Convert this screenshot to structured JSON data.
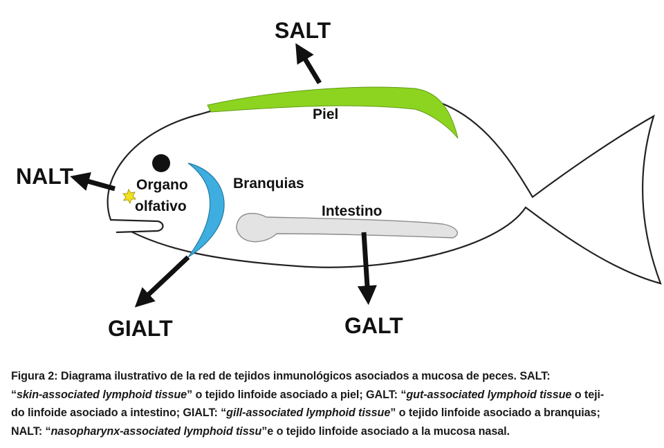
{
  "labels": {
    "salt": "SALT",
    "nalt": "NALT",
    "gialt": "GIALT",
    "galt": "GALT",
    "piel": "Piel",
    "branquias": "Branquias",
    "organo": "Organo",
    "olfativo": "olfativo",
    "intestino": "Intestino"
  },
  "colors": {
    "skin": "#8dd420",
    "gill": "#3eaee0",
    "intestine": "#e3e3e3",
    "olfactory": "#f2e21e"
  },
  "caption": {
    "line1": "Figura 2: Diagrama ilustrativo de la red de tejidos inmunológicos asociados a mucosa de peces. SALT:",
    "l2_a": "“",
    "l2_b": "skin-associated lymphoid tissue",
    "l2_c": "” o tejido linfoide asociado a piel; GALT: “",
    "l2_d": "gut-associated lymphoid tissue",
    "l2_e": " o teji-",
    "l3_a": "do linfoide asociado a intestino; GIALT: “",
    "l3_b": "gill-associated lymphoid tissue",
    "l3_c": "” o tejido linfoide asociado a branquias;",
    "l4_a": "NALT: “",
    "l4_b": "nasopharynx-associated lymphoid tissu",
    "l4_c": "”e o tejido linfoide asociado a la mucosa nasal."
  }
}
